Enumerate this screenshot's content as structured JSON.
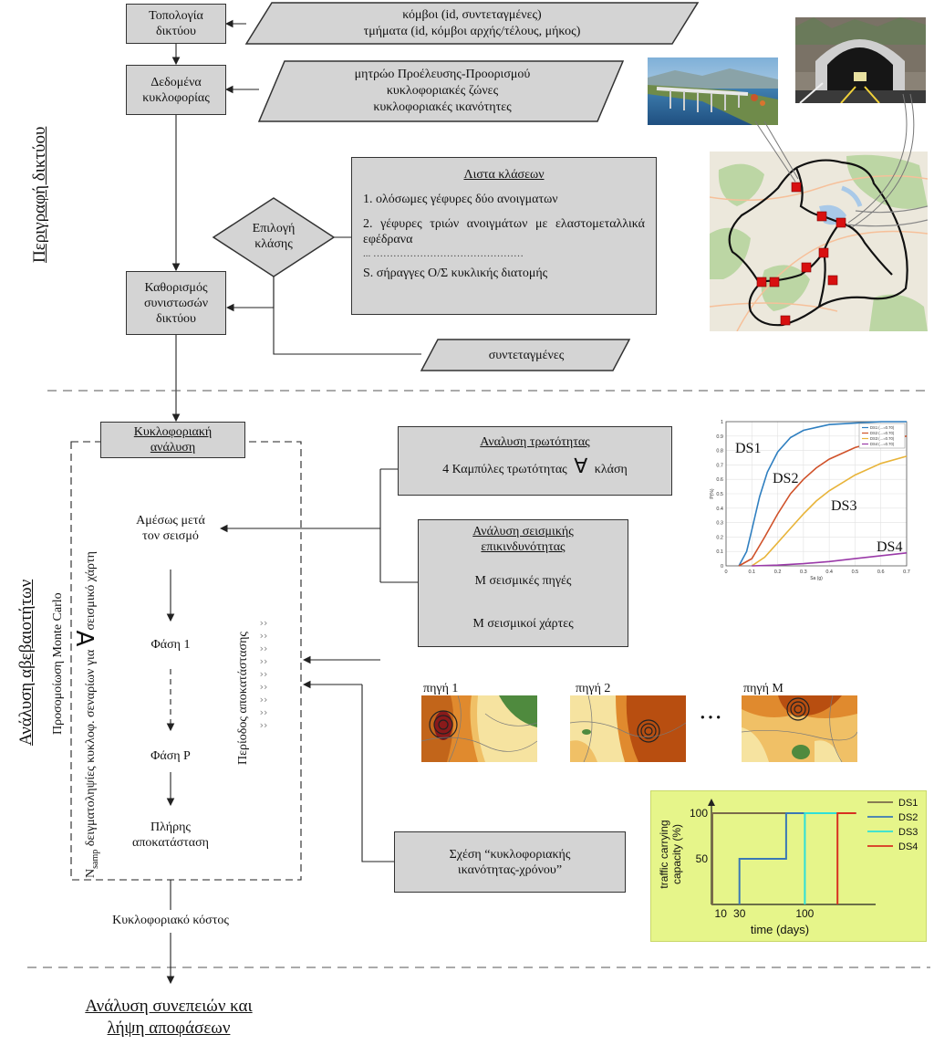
{
  "side_labels": {
    "network_description": "Περιγραφή δικτύου",
    "uncertainty_analysis": "Ανάλυση αβεβαιοτήτων"
  },
  "flow": {
    "network_topology": "Τοπολογία\nδικτύου",
    "traffic_data": "Δεδομένα\nκυκλοφορίας",
    "class_selection": "Επιλογή\nκλάσης",
    "define_components": "Καθορισμός\nσυνιστωσών\nδικτύου",
    "traffic_analysis": "Κυκλοφοριακή\nανάλυση",
    "immediately_after": "Αμέσως μετά\nτον σεισμό",
    "phase_1": "Φάση 1",
    "phase_p": "Φάση P",
    "full_restoration": "Πλήρης\nαποκατάσταση",
    "traffic_cost": "Κυκλοφοριακό κόστος",
    "consequences": "Ανάλυση συνεπειών και\nλήψη αποφάσεων"
  },
  "inputs": {
    "topology": "κόμβοι (id, συντεταγμένες)\nτμήματα (id, κόμβοι αρχής/τέλους, μήκος)",
    "traffic": "μητρώο Προέλευσης-Προορισμού\nκυκλοφοριακές ζώνες\nκυκλοφοριακές ικανότητες",
    "coordinates": "συντεταγμένες"
  },
  "class_list": {
    "title": "Λιστα κλάσεων",
    "item_1": "1. ολόσωμες γέφυρες δύο ανοιγματων",
    "item_2": "2. γέφυρες τριών ανοιγμάτων με ελαστομεταλλικά εφέδρανα",
    "ellipsis": "... ………………………………………",
    "item_s": "S. σήραγγες Ο/Σ κυκλικής διατομής"
  },
  "monte_carlo": {
    "line1": "Προσομοίωση Monte Carlo",
    "line2_prefix": "N",
    "line2_sub": "samp",
    "line2_text": " δειγματοληψίες κυκλοφ. σεναρίων  για ",
    "forall": "∀",
    "line2_suffix": "σεισμικό χάρτη",
    "recovery_period": "Περίοδος αποκατάστασης"
  },
  "vulnerability": {
    "title": "Αναλυση τρωτότητας",
    "text": "4 Καμπύλες τρωτότητας",
    "forall": "∀",
    "class": "κλάση"
  },
  "hazard": {
    "title": "Ανάλυση σεισμικής\nεπικινδυνότητας",
    "sources": "M σεισμικές πηγές",
    "maps": "M σεισμικοί χάρτες"
  },
  "capacity_relation": "Σχέση “κυκλοφοριακής\nικανότητας-χρόνου”",
  "hazard_maps": {
    "labels": [
      "πηγή 1",
      "πηγή  2",
      "πηγή M"
    ],
    "dots": "…"
  },
  "colors": {
    "box_fill": "#d4d4d4",
    "panel_green": "#e6f58a",
    "ds1": "#7a6a4a",
    "ds2": "#3a78b5",
    "ds3": "#2ee0d8",
    "ds4": "#d83020",
    "map_marker": "#d81010"
  },
  "chart_data": [
    {
      "type": "line",
      "title": "",
      "xlabel": "Sa (g)",
      "ylabel": "P(%)",
      "xlim": [
        0,
        0.7
      ],
      "ylim": [
        0,
        1
      ],
      "x_ticks": [
        "0",
        "0.1",
        "0.2",
        "0.3",
        "0.4",
        "0.5",
        "0.6",
        "0.7"
      ],
      "y_ticks": [
        "0",
        "0.1",
        "0.2",
        "0.3",
        "0.4",
        "0.5",
        "0.6",
        "0.7",
        "0.8",
        "0.9",
        "1"
      ],
      "grid": true,
      "legend": [
        "DS1 (...=0.70)",
        "DS2 (...=0.70)",
        "DS3 (...=0.70)",
        "DS4 (...=0.70)"
      ],
      "legend_placement": "top-right",
      "series": [
        {
          "name": "DS1",
          "color": "#2f7fc0",
          "x": [
            0.05,
            0.08,
            0.1,
            0.13,
            0.16,
            0.2,
            0.25,
            0.3,
            0.35,
            0.4,
            0.5,
            0.6,
            0.7
          ],
          "y": [
            0.0,
            0.1,
            0.25,
            0.48,
            0.65,
            0.79,
            0.89,
            0.94,
            0.96,
            0.98,
            0.99,
            1.0,
            1.0
          ]
        },
        {
          "name": "DS2",
          "color": "#d0522a",
          "x": [
            0.05,
            0.1,
            0.15,
            0.2,
            0.25,
            0.3,
            0.35,
            0.4,
            0.5,
            0.6,
            0.7
          ],
          "y": [
            0.0,
            0.05,
            0.2,
            0.36,
            0.5,
            0.6,
            0.68,
            0.74,
            0.82,
            0.87,
            0.9
          ]
        },
        {
          "name": "DS3",
          "color": "#e8b43a",
          "x": [
            0.1,
            0.15,
            0.2,
            0.25,
            0.3,
            0.35,
            0.4,
            0.5,
            0.6,
            0.7
          ],
          "y": [
            0.0,
            0.06,
            0.16,
            0.26,
            0.36,
            0.45,
            0.52,
            0.63,
            0.71,
            0.76
          ]
        },
        {
          "name": "DS4",
          "color": "#9a3aa8",
          "x": [
            0.1,
            0.2,
            0.3,
            0.4,
            0.5,
            0.6,
            0.7
          ],
          "y": [
            0.0,
            0.005,
            0.015,
            0.03,
            0.05,
            0.07,
            0.09
          ]
        }
      ],
      "annotations": [
        "DS1",
        "DS2",
        "DS3",
        "DS4"
      ]
    },
    {
      "type": "line",
      "title": "",
      "xlabel": "time (days)",
      "ylabel": "traffic carrying\ncapacity (%)",
      "xlim": [
        0,
        170
      ],
      "ylim": [
        0,
        110
      ],
      "x_ticks": [
        {
          "value": 10,
          "label": "10"
        },
        {
          "value": 30,
          "label": "30"
        },
        {
          "value": 100,
          "label": "100"
        }
      ],
      "y_ticks": [
        {
          "value": 50,
          "label": "50"
        },
        {
          "value": 100,
          "label": "100"
        }
      ],
      "legend_placement": "top-right",
      "series": [
        {
          "name": "DS1",
          "color": "#7a6a4a",
          "x": [
            0,
            1,
            1,
            155
          ],
          "y": [
            0,
            0,
            100,
            100
          ]
        },
        {
          "name": "DS2",
          "color": "#3a78b5",
          "x": [
            30,
            30,
            80,
            80,
            155
          ],
          "y": [
            0,
            50,
            50,
            100,
            100
          ]
        },
        {
          "name": "DS3",
          "color": "#2ee0d8",
          "x": [
            100,
            100,
            155
          ],
          "y": [
            0,
            100,
            100
          ]
        },
        {
          "name": "DS4",
          "color": "#d83020",
          "x": [
            135,
            135,
            155
          ],
          "y": [
            0,
            100,
            100
          ]
        }
      ]
    }
  ]
}
